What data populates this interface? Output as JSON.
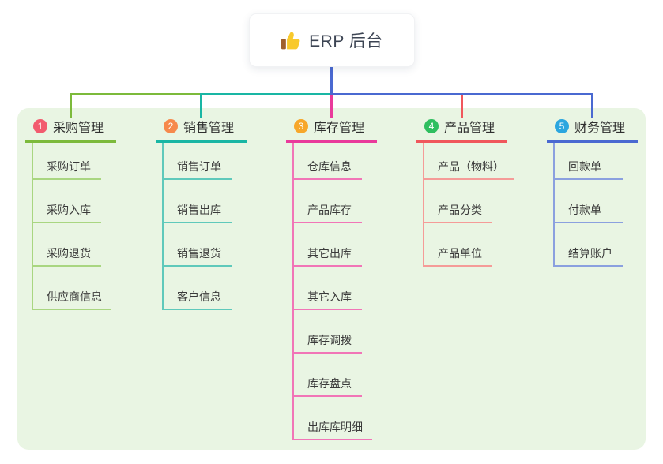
{
  "root": {
    "title": "ERP 后台",
    "icon": "thumbs-up-icon"
  },
  "colors": {
    "panel_bg": "#E9F5E3",
    "root_connector": "#4A69D1",
    "card_bg": "#FFFFFF",
    "title_text": "#2F2F2F",
    "child_text": "#3A3A3A"
  },
  "branches": [
    {
      "num": "1",
      "label": "采购管理",
      "badge_color": "#F25B6E",
      "line_color": "#7CBA3B",
      "child_line_color": "#A9D681",
      "children": [
        "采购订单",
        "采购入库",
        "采购退货",
        "供应商信息"
      ]
    },
    {
      "num": "2",
      "label": "销售管理",
      "badge_color": "#F6894C",
      "line_color": "#19B6A4",
      "child_line_color": "#5FC9BB",
      "children": [
        "销售订单",
        "销售出库",
        "销售退货",
        "客户信息"
      ]
    },
    {
      "num": "3",
      "label": "库存管理",
      "badge_color": "#F7A72B",
      "line_color": "#E93A9B",
      "child_line_color": "#F175B7",
      "children": [
        "仓库信息",
        "产品库存",
        "其它出库",
        "其它入库",
        "库存调拨",
        "库存盘点",
        "出库库明细"
      ]
    },
    {
      "num": "4",
      "label": "产品管理",
      "badge_color": "#2FBE5F",
      "line_color": "#F0575C",
      "child_line_color": "#F59B98",
      "children": [
        "产品（物料）",
        "产品分类",
        "产品单位"
      ]
    },
    {
      "num": "5",
      "label": "财务管理",
      "badge_color": "#2BA6DF",
      "line_color": "#4A69D1",
      "child_line_color": "#8BA0DF",
      "children": [
        "回款单",
        "付款单",
        "结算账户"
      ]
    }
  ]
}
